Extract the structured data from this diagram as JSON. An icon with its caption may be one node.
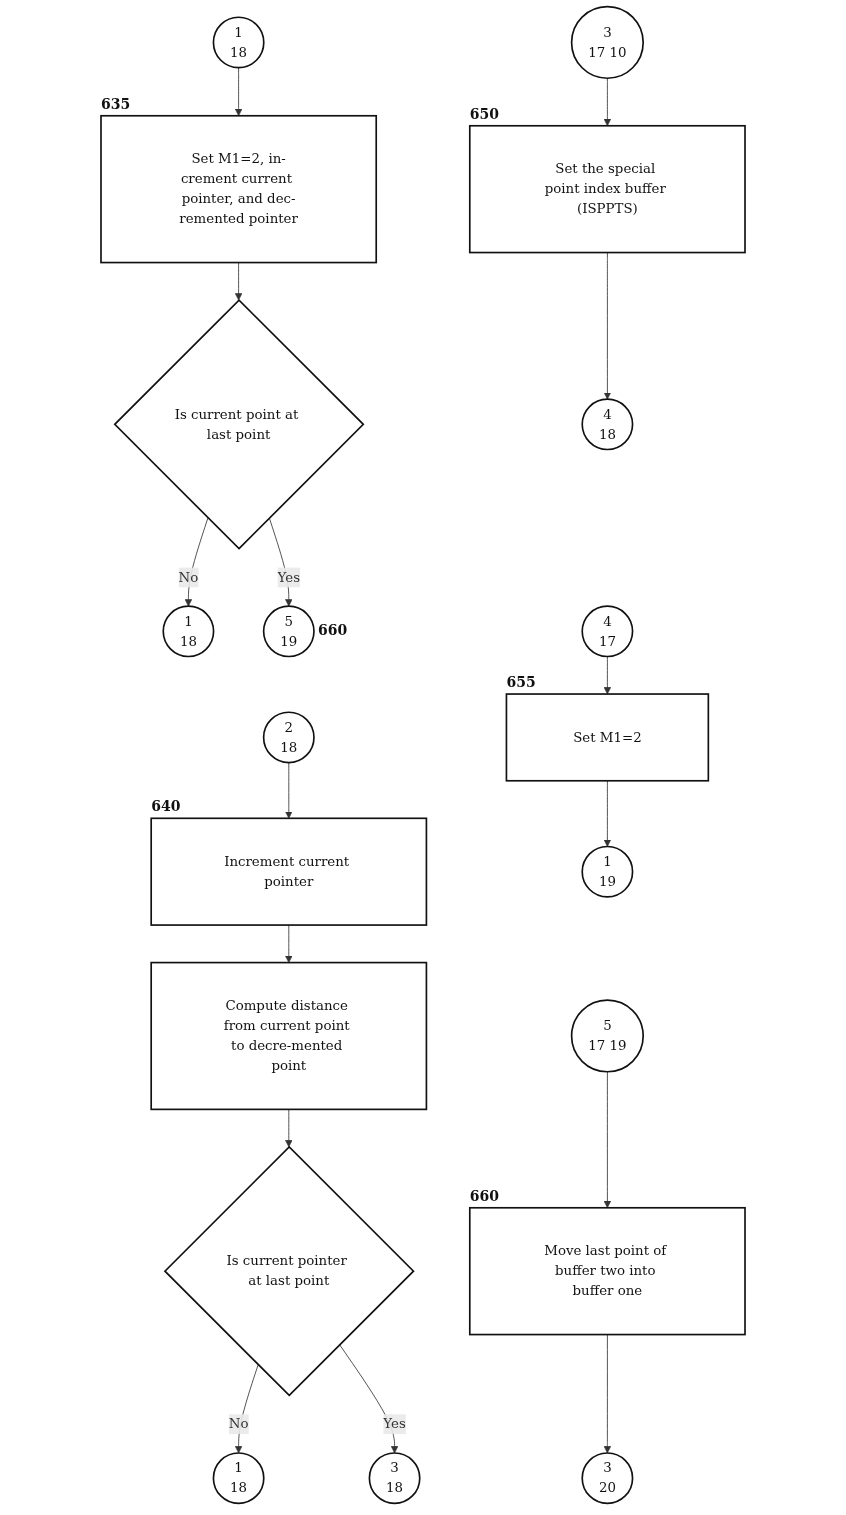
{
  "diagram": {
    "nodes": [
      {
        "text": [
          "1",
          "18"
        ]
      },
      {
        "text": [
          "Set M1=2, in-crement current pointer, and dec-remented pointer"
        ],
        "beside": [
          "635"
        ]
      },
      {
        "text": [
          "Is current point at last point"
        ]
      },
      {
        "text": [
          "1",
          "18"
        ]
      },
      {
        "text": [
          "5",
          "19"
        ],
        "beside": [
          "660"
        ]
      },
      {
        "text": [
          "2",
          "18"
        ]
      },
      {
        "text": [
          "Increment current pointer"
        ],
        "beside": [
          "640"
        ]
      },
      {
        "text": [
          "Compute distance from current point to decre-mented point"
        ]
      },
      {
        "text": [
          "Is current pointer at last point"
        ]
      },
      {
        "text": [
          "1",
          "18"
        ]
      },
      {
        "text": [
          "3",
          "18"
        ]
      },
      {
        "text": [
          "3",
          "17",
          "10"
        ]
      },
      {
        "text": [
          "Set the special point index buffer (ISPPTS)"
        ],
        "beside": [
          "650"
        ]
      },
      {
        "text": [
          "4",
          "18"
        ]
      },
      {
        "text": [
          "4",
          "17"
        ]
      },
      {
        "text": [
          "Set M1=2"
        ],
        "beside": [
          "655"
        ]
      },
      {
        "text": [
          "1",
          "19"
        ]
      },
      {
        "text": [
          "5",
          "17",
          "19"
        ]
      },
      {
        "text": [
          "Move last point of buffer two into buffer one"
        ],
        "beside": [
          "660"
        ]
      },
      {
        "text": [
          "3",
          "20"
        ]
      }
    ],
    "edges": [
      {
        "from": 0,
        "to": 1,
        "arrow": "to"
      },
      {
        "from": 1,
        "to": 2,
        "arrow": "to"
      },
      {
        "from": 2,
        "to": 3,
        "arrow": "to",
        "label": "No"
      },
      {
        "from": 2,
        "to": 4,
        "arrow": "to",
        "label": "Yes"
      },
      {
        "from": 5,
        "to": 6,
        "arrow": "to"
      },
      {
        "from": 6,
        "to": 7,
        "arrow": "to"
      },
      {
        "from": 7,
        "to": 8,
        "arrow": "to"
      },
      {
        "from": 8,
        "to": 9,
        "arrow": "to",
        "label": "No"
      },
      {
        "from": 8,
        "to": 10,
        "arrow": "to",
        "label": "Yes"
      },
      {
        "from": 11,
        "to": 12,
        "arrow": "to"
      },
      {
        "from": 12,
        "to": 13,
        "arrow": "to"
      },
      {
        "from": 14,
        "to": 15,
        "arrow": "to"
      },
      {
        "from": 15,
        "to": 16,
        "arrow": "to"
      },
      {
        "from": 17,
        "to": 18,
        "arrow": "to"
      },
      {
        "from": 18,
        "to": 19,
        "arrow": "to"
      }
    ]
  }
}
